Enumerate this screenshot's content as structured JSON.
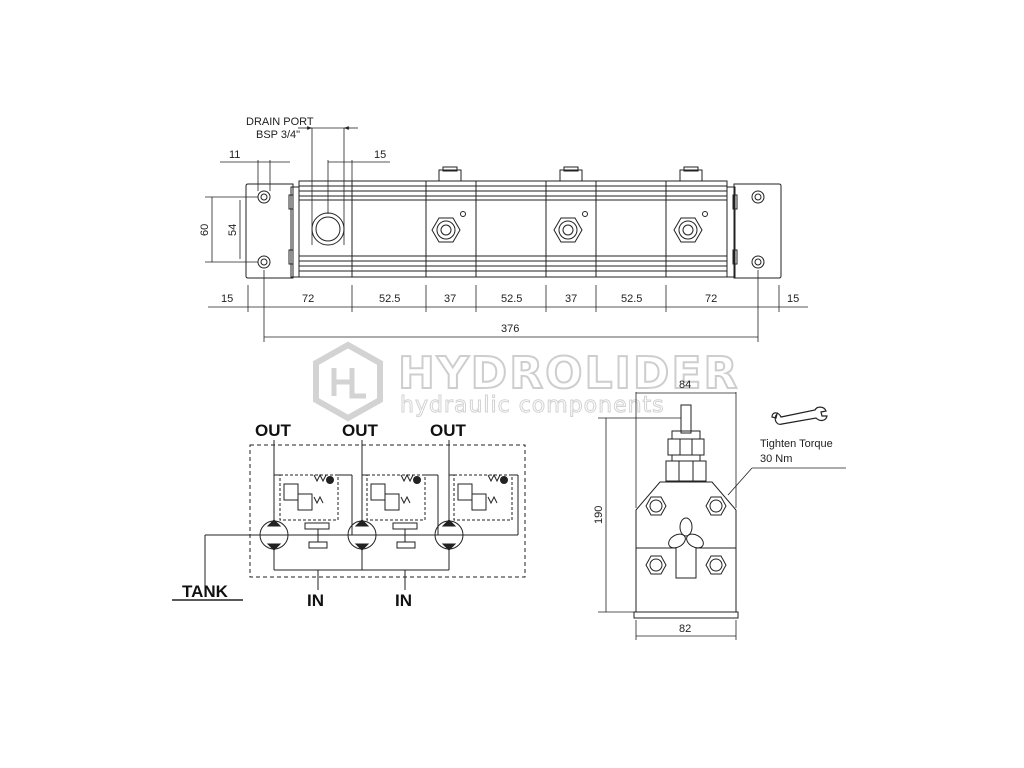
{
  "top_view": {
    "drain_port_label": "DRAIN PORT",
    "drain_port_thread": "BSP 3/4\"",
    "dim_11": "11",
    "dim_15_top": "15",
    "dim_60": "60",
    "dim_54": "54",
    "bottom_dims": [
      "15",
      "72",
      "52.5",
      "37",
      "52.5",
      "37",
      "52.5",
      "72",
      "15"
    ],
    "overall_length": "376"
  },
  "watermark": {
    "brand": "HYDROLIDER",
    "tagline": "hydraulic components"
  },
  "schematic": {
    "out_labels": [
      "OUT",
      "OUT",
      "OUT"
    ],
    "in_labels": [
      "IN",
      "IN"
    ],
    "tank_label": "TANK"
  },
  "side_view": {
    "width_top": "84",
    "height": "190",
    "width_bottom": "82",
    "torque_label": "Tighten Torque",
    "torque_value": "30 Nm"
  }
}
